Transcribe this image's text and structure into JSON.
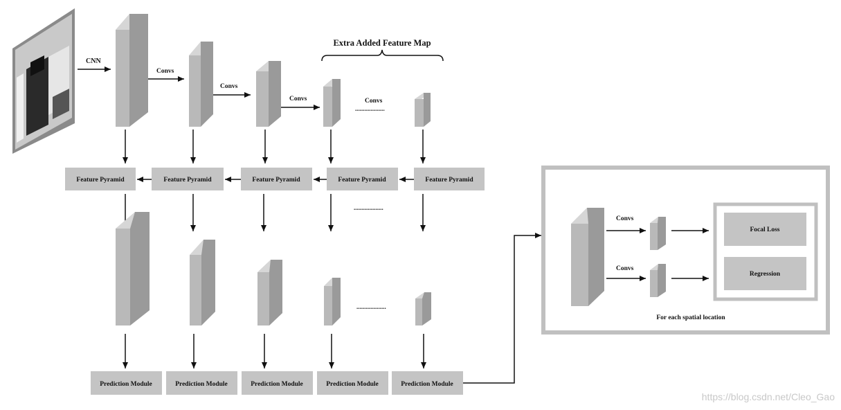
{
  "title": "Extra Added Feature Map",
  "labels": {
    "cnn": "CNN",
    "convs": "Convs",
    "dots": "...................",
    "feature_pyramid": "Feature Pyramid",
    "prediction_module": "Prediction Module",
    "focal_loss": "Focal Loss",
    "regression": "Regression",
    "for_each": "For each spatial location"
  },
  "watermark": "https://blog.csdn.net/Cleo_Gao",
  "colors": {
    "block_front": "#b9b9b9",
    "block_side": "#9a9a9a",
    "block_top": "#d6d6d6",
    "box_fill": "#c4c4c4",
    "frame": "#c0c0c0",
    "arrow": "#111111"
  },
  "icons": {
    "input_image": "photo-thumbnail"
  }
}
